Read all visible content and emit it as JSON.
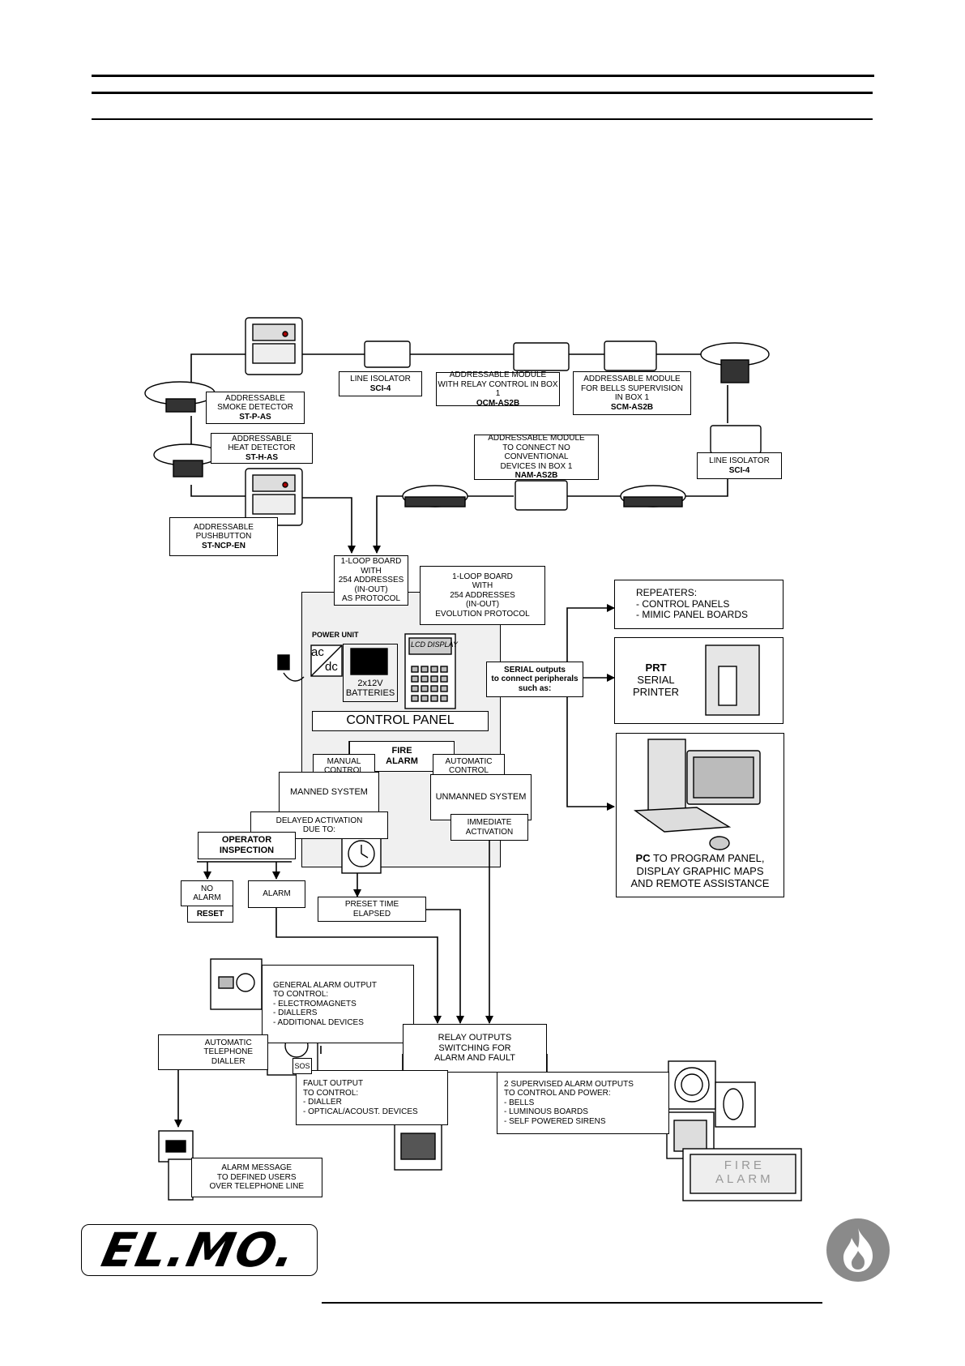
{
  "devices": {
    "smoke_detector": [
      "ADDRESSABLE",
      "SMOKE DETECTOR",
      "ST-P-AS"
    ],
    "heat_detector": [
      "ADDRESSABLE",
      "HEAT DETECTOR",
      "ST-H-AS"
    ],
    "pushbutton": [
      "ADDRESSABLE",
      "PUSHBUTTON",
      "ST-NCP-EN"
    ],
    "line_isolator_1": [
      "LINE ISOLATOR",
      "SCI-4"
    ],
    "relay_module": [
      "ADDRESSABLE MODULE",
      "WITH RELAY CONTROL IN BOX 1",
      "OCM-AS2B"
    ],
    "bells_module": [
      "ADDRESSABLE MODULE",
      "FOR BELLS SUPERVISION",
      "IN BOX 1",
      "SCM-AS2B"
    ],
    "nam_module": [
      "ADDRESSABLE MODULE",
      "TO CONNECT NO CONVENTIONAL",
      "DEVICES IN BOX 1",
      "NAM-AS2B"
    ],
    "line_isolator_2": [
      "LINE ISOLATOR",
      "SCI-4"
    ]
  },
  "boards": {
    "loop_as": "1-LOOP BOARD\nWITH\n254 ADDRESSES\n(IN-OUT)\nAS PROTOCOL",
    "loop_evolution": "1-LOOP BOARD\nWITH\n254 ADDRESSES\n(IN-OUT)\nEVOLUTION PROTOCOL"
  },
  "panel": {
    "power_unit": "POWER UNIT",
    "ac": "ac",
    "dc": "dc",
    "batteries": "2x12V\nBATTERIES",
    "lcd": "LCD DISPLAY",
    "control_panel": "CONTROL PANEL",
    "serial": [
      "SERIAL outputs",
      "to connect peripherals",
      "such as:"
    ]
  },
  "peripherals": {
    "repeaters": "REPEATERS:\n- CONTROL PANELS\n- MIMIC PANEL BOARDS",
    "prt_title": "PRT",
    "prt_text": "SERIAL\nPRINTER",
    "pc_bold": "PC",
    "pc_line1": " TO PROGRAM PANEL,",
    "pc_rest": "DISPLAY GRAPHIC MAPS\nAND REMOTE ASSISTANCE"
  },
  "flow": {
    "fire_alarm": "FIRE\nALARM",
    "manual_control": "MANUAL\nCONTROL",
    "automatic_control": "AUTOMATIC\nCONTROL",
    "manned_system": "MANNED SYSTEM",
    "unmanned_system": "UNMANNED SYSTEM",
    "delayed_activation": "DELAYED ACTIVATION\nDUE TO:",
    "immediate_activation": "IMMEDIATE\nACTIVATION",
    "operator_inspection": "OPERATOR\nINSPECTION",
    "no_alarm": "NO\nALARM",
    "reset": "RESET",
    "alarm": "ALARM",
    "preset_time": "PRESET TIME\nELAPSED"
  },
  "outputs": {
    "general_alarm": "GENERAL ALARM OUTPUT\nTO CONTROL:\n- ELECTROMAGNETS\n- DIALLERS\n- ADDITIONAL DEVICES",
    "telephone_dialler": "AUTOMATIC\nTELEPHONE\nDIALLER",
    "sos": "SOS",
    "relay_outputs": "RELAY OUTPUTS\nSWITCHING FOR\nALARM AND FAULT",
    "fault_output": "FAULT OUTPUT\nTO CONTROL:\n- DIALLER\n- OPTICAL/ACOUST. DEVICES",
    "supervised_outputs": "2 SUPERVISED ALARM OUTPUTS\nTO CONTROL AND POWER:\n- BELLS\n- LUMINOUS BOARDS\n- SELF POWERED SIRENS",
    "alarm_message": "ALARM MESSAGE\nTO DEFINED USERS\nOVER TELEPHONE LINE",
    "fire_alarm_board": "FIRE\nALARM"
  },
  "footer": {
    "logo": "EL.MO."
  }
}
